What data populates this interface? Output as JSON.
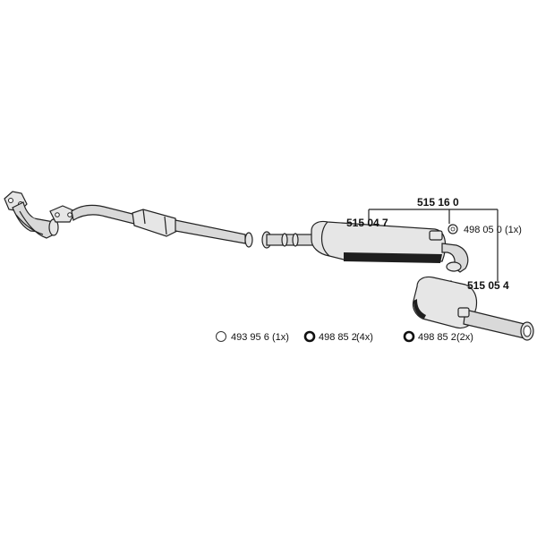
{
  "parts": {
    "front_pipe": "",
    "mid_pipe_cat": "",
    "center_muffler": {
      "number": "515 04 7"
    },
    "assembly": {
      "number": "515 16 0"
    },
    "rear_muffler": {
      "number": "515 05 4"
    }
  },
  "accessories": [
    {
      "number": "493 95 6",
      "qty": "(1x)",
      "icon": "ring-thin-icon"
    },
    {
      "number": "498 85 2",
      "qty": "(4x)",
      "icon": "ring-thick-icon"
    },
    {
      "number": "498 85 2",
      "qty": "(2x)",
      "icon": "ring-thick-icon"
    },
    {
      "number": "498 05 0",
      "qty": "(1x)",
      "icon": "hanger-ring-icon"
    }
  ]
}
